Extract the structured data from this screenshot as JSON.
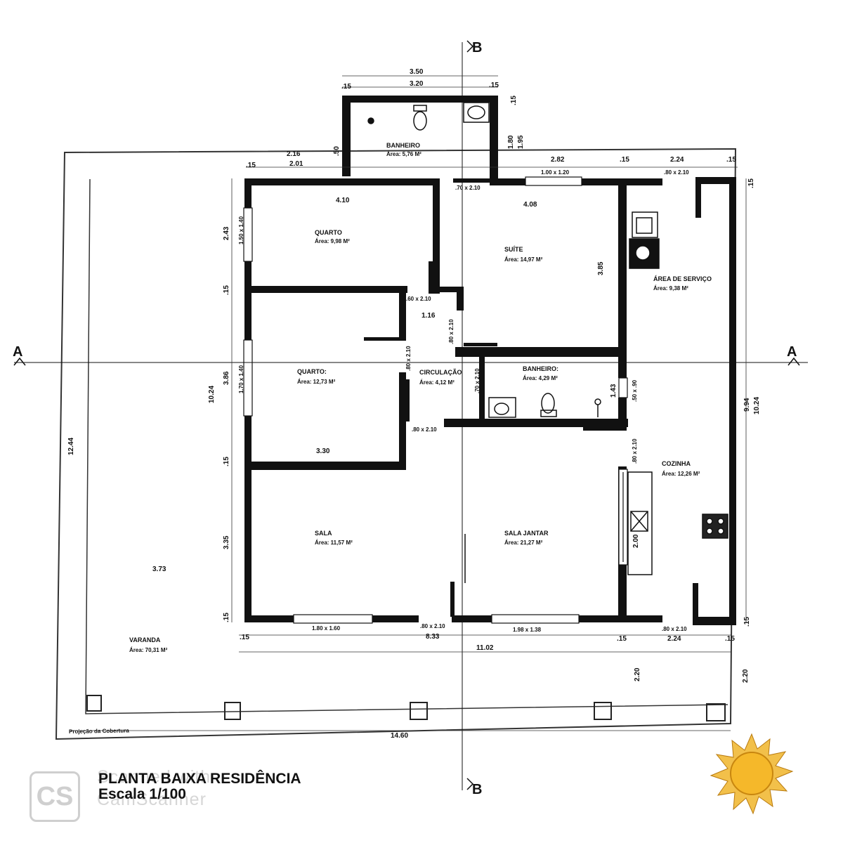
{
  "rooms": {
    "banheiro_top": {
      "name": "BANHEIRO",
      "area": "Área: 5,76 M²"
    },
    "quarto1": {
      "name": "QUARTO",
      "area": "Área: 9,98 M²"
    },
    "suite": {
      "name": "SUÍTE",
      "area": "Área: 14,97 M²"
    },
    "area_servico": {
      "name": "ÁREA DE SERVIÇO",
      "area": "Área: 9,38 M²"
    },
    "quarto2": {
      "name": "QUARTO:",
      "area": "Área: 12,73 M²"
    },
    "circulacao": {
      "name": "CIRCULAÇÃO",
      "area": "Área: 4,12 M²"
    },
    "banheiro_mid": {
      "name": "BANHEIRO:",
      "area": "Área: 4,29 M²"
    },
    "cozinha": {
      "name": "COZINHA",
      "area": "Área: 12,26 M²"
    },
    "sala": {
      "name": "SALA",
      "area": "Área: 11,57 M²"
    },
    "sala_jantar": {
      "name": "SALA JANTAR",
      "area": "Área: 21,27 M²"
    },
    "varanda": {
      "name": "VARANDA",
      "area": "Área: 70,31 M²"
    }
  },
  "dims": {
    "d350": "3.50",
    "d320": "3.20",
    "d015": ".15",
    "d216": "2.16",
    "d201": "2.01",
    "d282": "2.82",
    "d224": "2.24",
    "d410": "4.10",
    "d408": "4.08",
    "d243": "2.43",
    "d385": "3.85",
    "d116": "1.16",
    "d386": "3.86",
    "d1024": "10.24",
    "d1244": "12.44",
    "d330": "3.30",
    "d335": "3.35",
    "d373": "3.73",
    "d143": "1.43",
    "d994": "9.94",
    "d200": "2.00",
    "d833": "8.33",
    "d1102": "11.02",
    "d220": "2.20",
    "d1460": "14.60",
    "d180": "1.80",
    "d195": "1.95",
    "d050": ".50"
  },
  "openings": {
    "w100x120": "1.00 x 1.20",
    "d80x210": ".80 x 2.10",
    "d70x210": ".70 x 2.10",
    "w150x140": "1.50 x 1.40",
    "d60x210": ".60 x 2.10",
    "w170x140": "1.70 x 1.40",
    "w50x90": ".50 x .90",
    "w180x160": "1.80 x 1.60",
    "w198x138": "1.98 x 1.38"
  },
  "sections": {
    "a": "A",
    "b": "B"
  },
  "roof_projection": "Projeção da Cobertura",
  "title": {
    "line1": "PLANTA BAIXA RESIDÊNCIA",
    "line2": "Escala 1/100"
  },
  "watermark": {
    "badge": "CS",
    "line1": "Scanned with",
    "line2": "CamScanner"
  },
  "colors": {
    "wall": "#111111",
    "line": "#222222",
    "sun": "#e8a317"
  }
}
